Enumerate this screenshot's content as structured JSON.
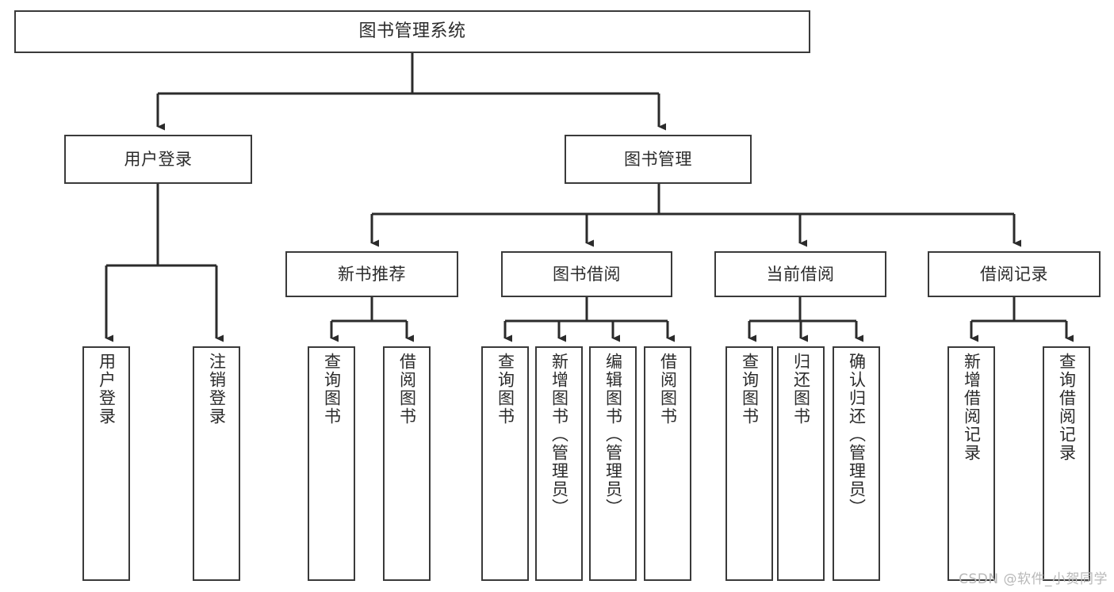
{
  "diagram": {
    "title": "图书管理系统",
    "type": "tree-hierarchy-chart",
    "colors": {
      "box_border": "#3a3a3a",
      "box_fill": "#ffffff",
      "edge": "#2b2b2b",
      "background": "#ffffff",
      "watermark": "#b8b8b8"
    },
    "watermark": "CSDN @软件_小贺同学",
    "root": {
      "label": "图书管理系统"
    },
    "level2": [
      {
        "label": "用户登录"
      },
      {
        "label": "图书管理"
      }
    ],
    "level3": [
      {
        "label": "新书推荐"
      },
      {
        "label": "图书借阅"
      },
      {
        "label": "当前借阅"
      },
      {
        "label": "借阅记录"
      }
    ],
    "leaves": {
      "user_login": [
        {
          "label": "用户登录"
        },
        {
          "label": "注销登录"
        }
      ],
      "new_book_recommend": [
        {
          "label": "查询图书"
        },
        {
          "label": "借阅图书"
        }
      ],
      "book_borrow": [
        {
          "label": "查询图书"
        },
        {
          "label": "新增图书（管理员）"
        },
        {
          "label": "编辑图书（管理员）"
        },
        {
          "label": "借阅图书"
        }
      ],
      "current_borrow": [
        {
          "label": "查询图书"
        },
        {
          "label": "归还图书"
        },
        {
          "label": "确认归还（管理员）"
        }
      ],
      "borrow_record": [
        {
          "label": "新增借阅记录"
        },
        {
          "label": "查询借阅记录"
        }
      ]
    }
  }
}
